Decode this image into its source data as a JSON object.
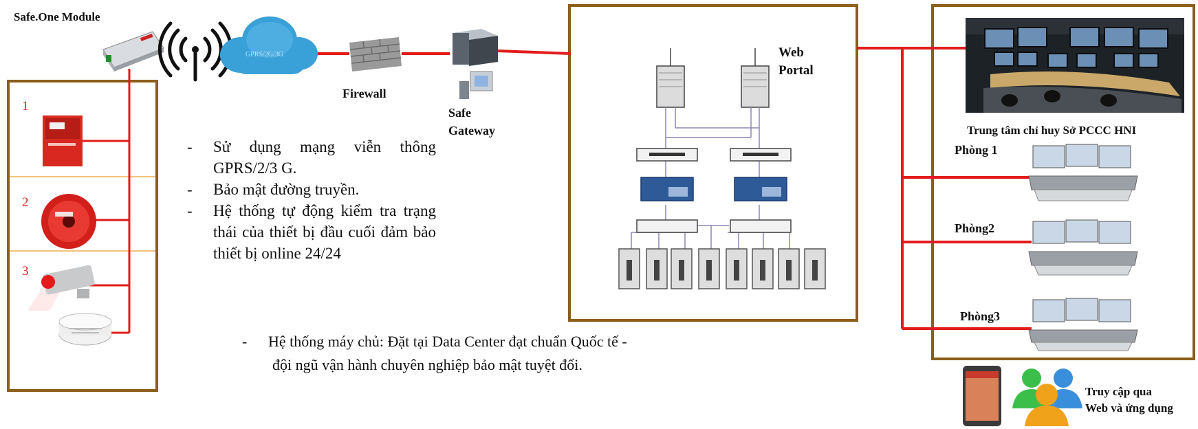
{
  "labels": {
    "module": "Safe.One Module",
    "cloud": "GPRS/2G/3G",
    "firewall": "Firewall",
    "gateway_line1": "Safe",
    "gateway_line2": "Gateway",
    "web_portal_line1": "Web",
    "web_portal_line2": "Portal",
    "command_center": "Trung tâm chỉ huy Sở PCCC HNI",
    "room1": "Phòng 1",
    "room2": "Phòng2",
    "room3": "Phòng3",
    "access_line1": "Truy cập qua",
    "access_line2": "Web và ứng dụng"
  },
  "device_numbers": [
    "1",
    "2",
    "3"
  ],
  "bullets": [
    {
      "dash": "-",
      "text": "Sử dụng mạng viễn thông GPRS/2/3 G."
    },
    {
      "dash": "-",
      "text": "Bảo mật đường truyền."
    },
    {
      "dash": "-",
      "text": "Hệ thống tự động kiểm tra trạng thái của thiết bị đầu cuối đảm bảo thiết bị online 24/24"
    }
  ],
  "server_note": {
    "dash": "-",
    "line1": "Hệ thống máy chủ: Đặt tại Data Center đạt chuẩn Quốc tế -",
    "line2": "đội ngũ vận  hành chuyên nghiệp bảo mật tuyệt  đối."
  },
  "colors": {
    "frame": "#8b5e1a",
    "link": "#e31b1b",
    "cloud": "#3aa0d8",
    "divider": "#f2c27a"
  }
}
